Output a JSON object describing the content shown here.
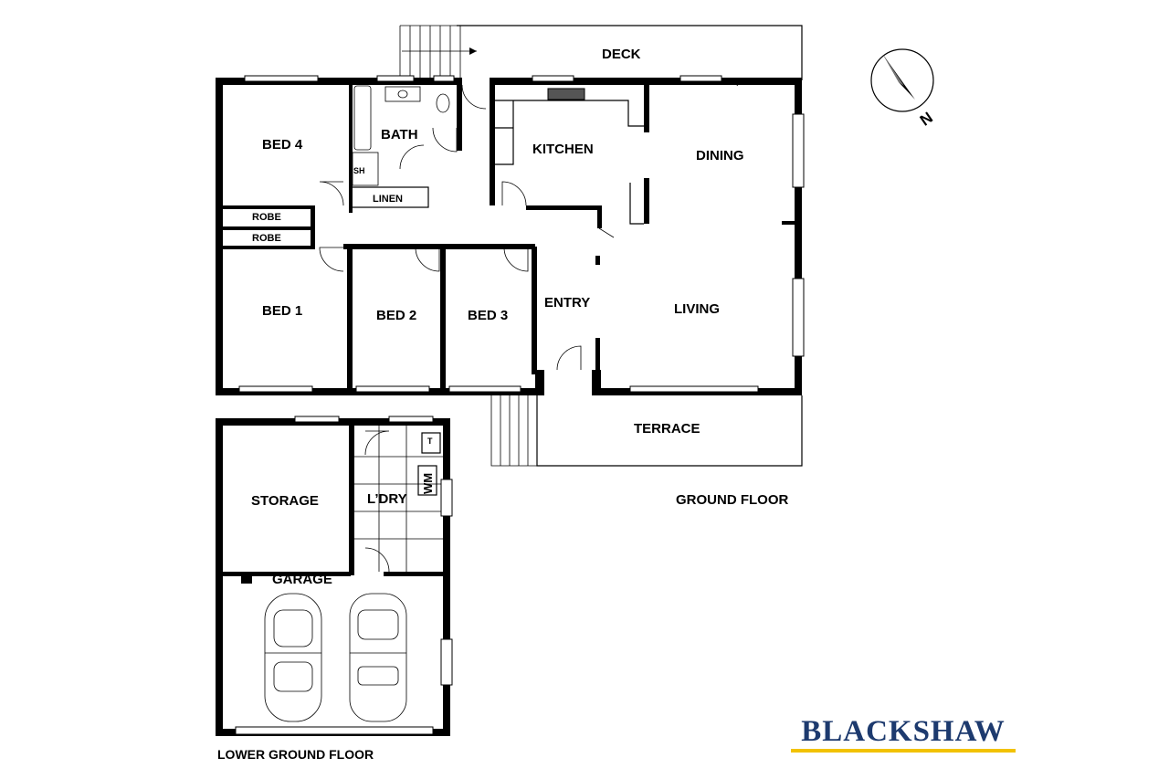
{
  "brand": {
    "name": "BLACKSHAW",
    "text_color": "#1d3a6e",
    "underline_color": "#f2c200"
  },
  "compass": {
    "label": "N"
  },
  "floors": {
    "ground": "GROUND FLOOR",
    "lower": "LOWER GROUND FLOOR"
  },
  "rooms": {
    "deck": "DECK",
    "bath": "BATH",
    "bed4": "BED 4",
    "kitchen": "KITCHEN",
    "dining": "DINING",
    "robe_a": "ROBE",
    "robe_b": "ROBE",
    "linen": "LINEN",
    "sh": "SH",
    "bed1": "BED 1",
    "bed2": "BED 2",
    "bed3": "BED 3",
    "entry": "ENTRY",
    "living": "LIVING",
    "terrace": "TERRACE",
    "storage": "STORAGE",
    "laundry": "L’DRY",
    "wm": "WM",
    "t": "T",
    "garage": "GARAGE"
  }
}
